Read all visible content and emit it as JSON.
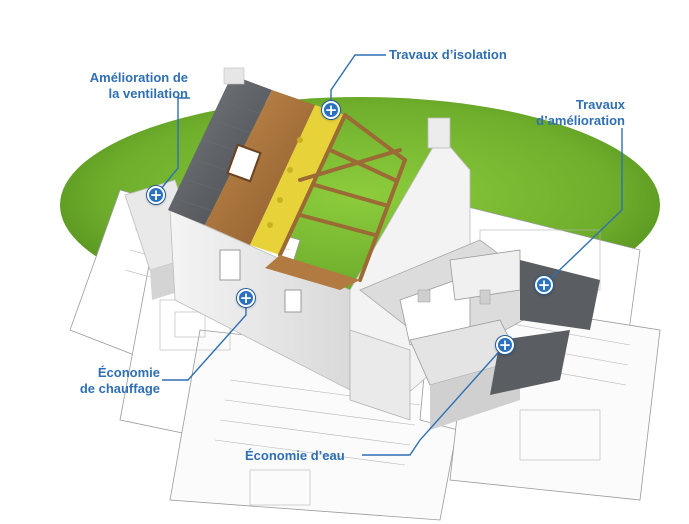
{
  "callouts": {
    "isolation": {
      "label": "Travaux d’isolation"
    },
    "ventilation": {
      "line1": "Amélioration de",
      "line2": "la ventilation"
    },
    "amelioration": {
      "line1": "Travaux",
      "line2": "d’amélioration"
    },
    "chauffage": {
      "line1": "Économie",
      "line2": "de chauffage"
    },
    "eau": {
      "label": "Économie d’eau"
    }
  },
  "hotspot_symbol": "+",
  "colors": {
    "accent": "#2f6fb3",
    "hotspot": "#2a72bf",
    "grass": "#6fae2c",
    "roof_slate": "#55585c",
    "wood": "#a8743e",
    "insulation": "#e8d23a"
  }
}
